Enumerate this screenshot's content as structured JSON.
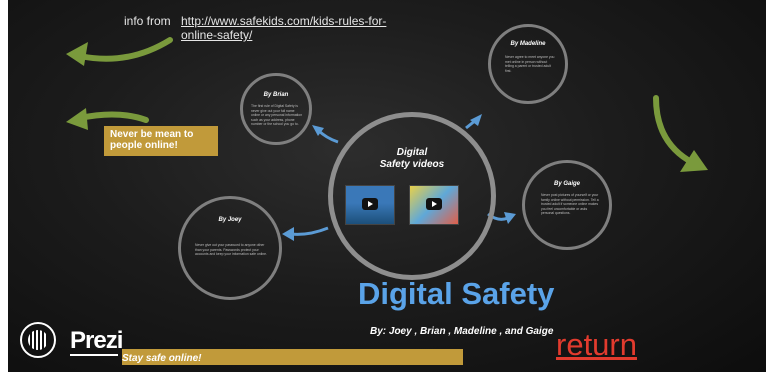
{
  "header": {
    "info_label": "info from",
    "info_url": "http://www.safekids.com/kids-rules-for-online-safety/"
  },
  "center": {
    "title_line1": "Digital",
    "title_line2": "Safety videos"
  },
  "circles": {
    "brian": {
      "title": "By Brian",
      "text": "The first rule of Digital Safety is never give out your full name online or any personal information such as your address, phone number or the school you go to."
    },
    "madeline": {
      "title": "By Madeline",
      "text": "Never agree to meet anyone you met online in person without telling a parent or trusted adult first."
    },
    "gaige": {
      "title": "By Gaige",
      "text": "Never post pictures of yourself or your family online without permission. Tell a trusted adult if someone online makes you feel uncomfortable or asks personal questions."
    },
    "joey": {
      "title": "By Joey",
      "text": "Never give out your password to anyone other than your parents. Passwords protect your accounts and keep your information safe online."
    }
  },
  "note": {
    "text": "Never be mean to people online!"
  },
  "main": {
    "title": "Digital Safety",
    "byline": "By: Joey , Brian , Madeline , and Gaige"
  },
  "footer": {
    "brand": "Prezi",
    "banner": "Stay safe online!",
    "return_label": "return"
  },
  "colors": {
    "title_blue": "#5aa3e8",
    "gold": "#c19a3a",
    "arrow_green": "#7a9a3c",
    "arrow_blue": "#5b9bd5",
    "return_red": "#e23b2e"
  }
}
